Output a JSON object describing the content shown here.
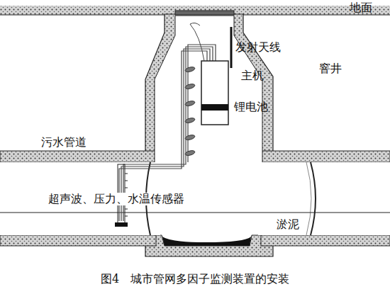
{
  "diagram": {
    "caption": "图4　城市管网多因子监测装置的安装",
    "labels": [
      "地面",
      "发射天线",
      "主机",
      "窨井",
      "锂电池",
      "污水管道",
      "超声波、压力、水温传感器",
      "淤泥"
    ]
  }
}
